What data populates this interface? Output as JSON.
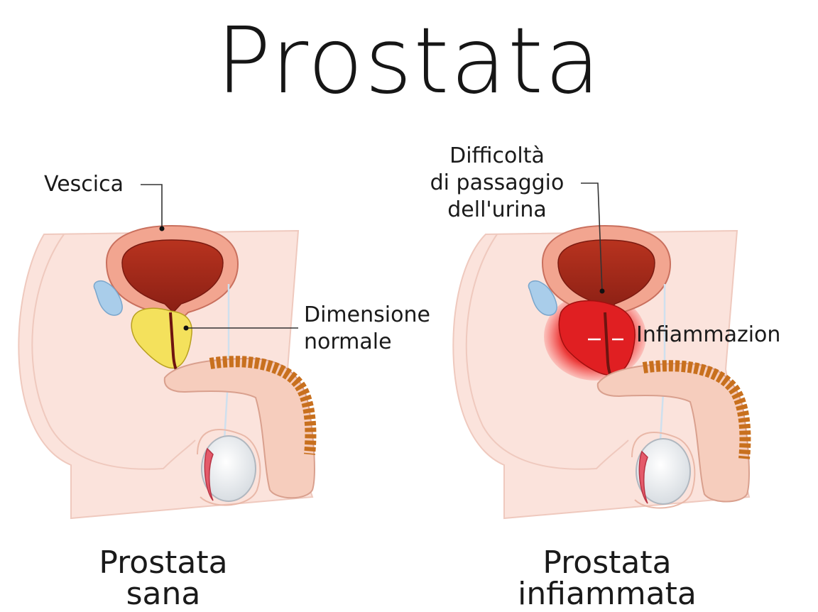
{
  "title": "Prostata",
  "left_panel": {
    "labels": {
      "bladder": "Vescica",
      "normal_size_line1": "Dimensione",
      "normal_size_line2": "normale"
    },
    "caption_line1": "Prostata",
    "caption_line2": "sana"
  },
  "right_panel": {
    "labels": {
      "difficulty_line1": "Difficoltà",
      "difficulty_line2": "di passaggio",
      "difficulty_line3": "dell'urina",
      "inflammation": "Infiammazion"
    },
    "caption_line1": "Prostata",
    "caption_line2": "infiammata"
  },
  "colors": {
    "body_skin": "#fbe3dc",
    "body_outline": "#e9c0b5",
    "bladder_outer": "#f2a590",
    "bladder_inner": "#a32a1c",
    "prostate_healthy": "#f4e15c",
    "prostate_inflamed": "#e01f22",
    "spine_orange": "#c8701e",
    "testis_white": "#f1f3f5",
    "seminal_vesicle_blue": "#a9cdea"
  }
}
